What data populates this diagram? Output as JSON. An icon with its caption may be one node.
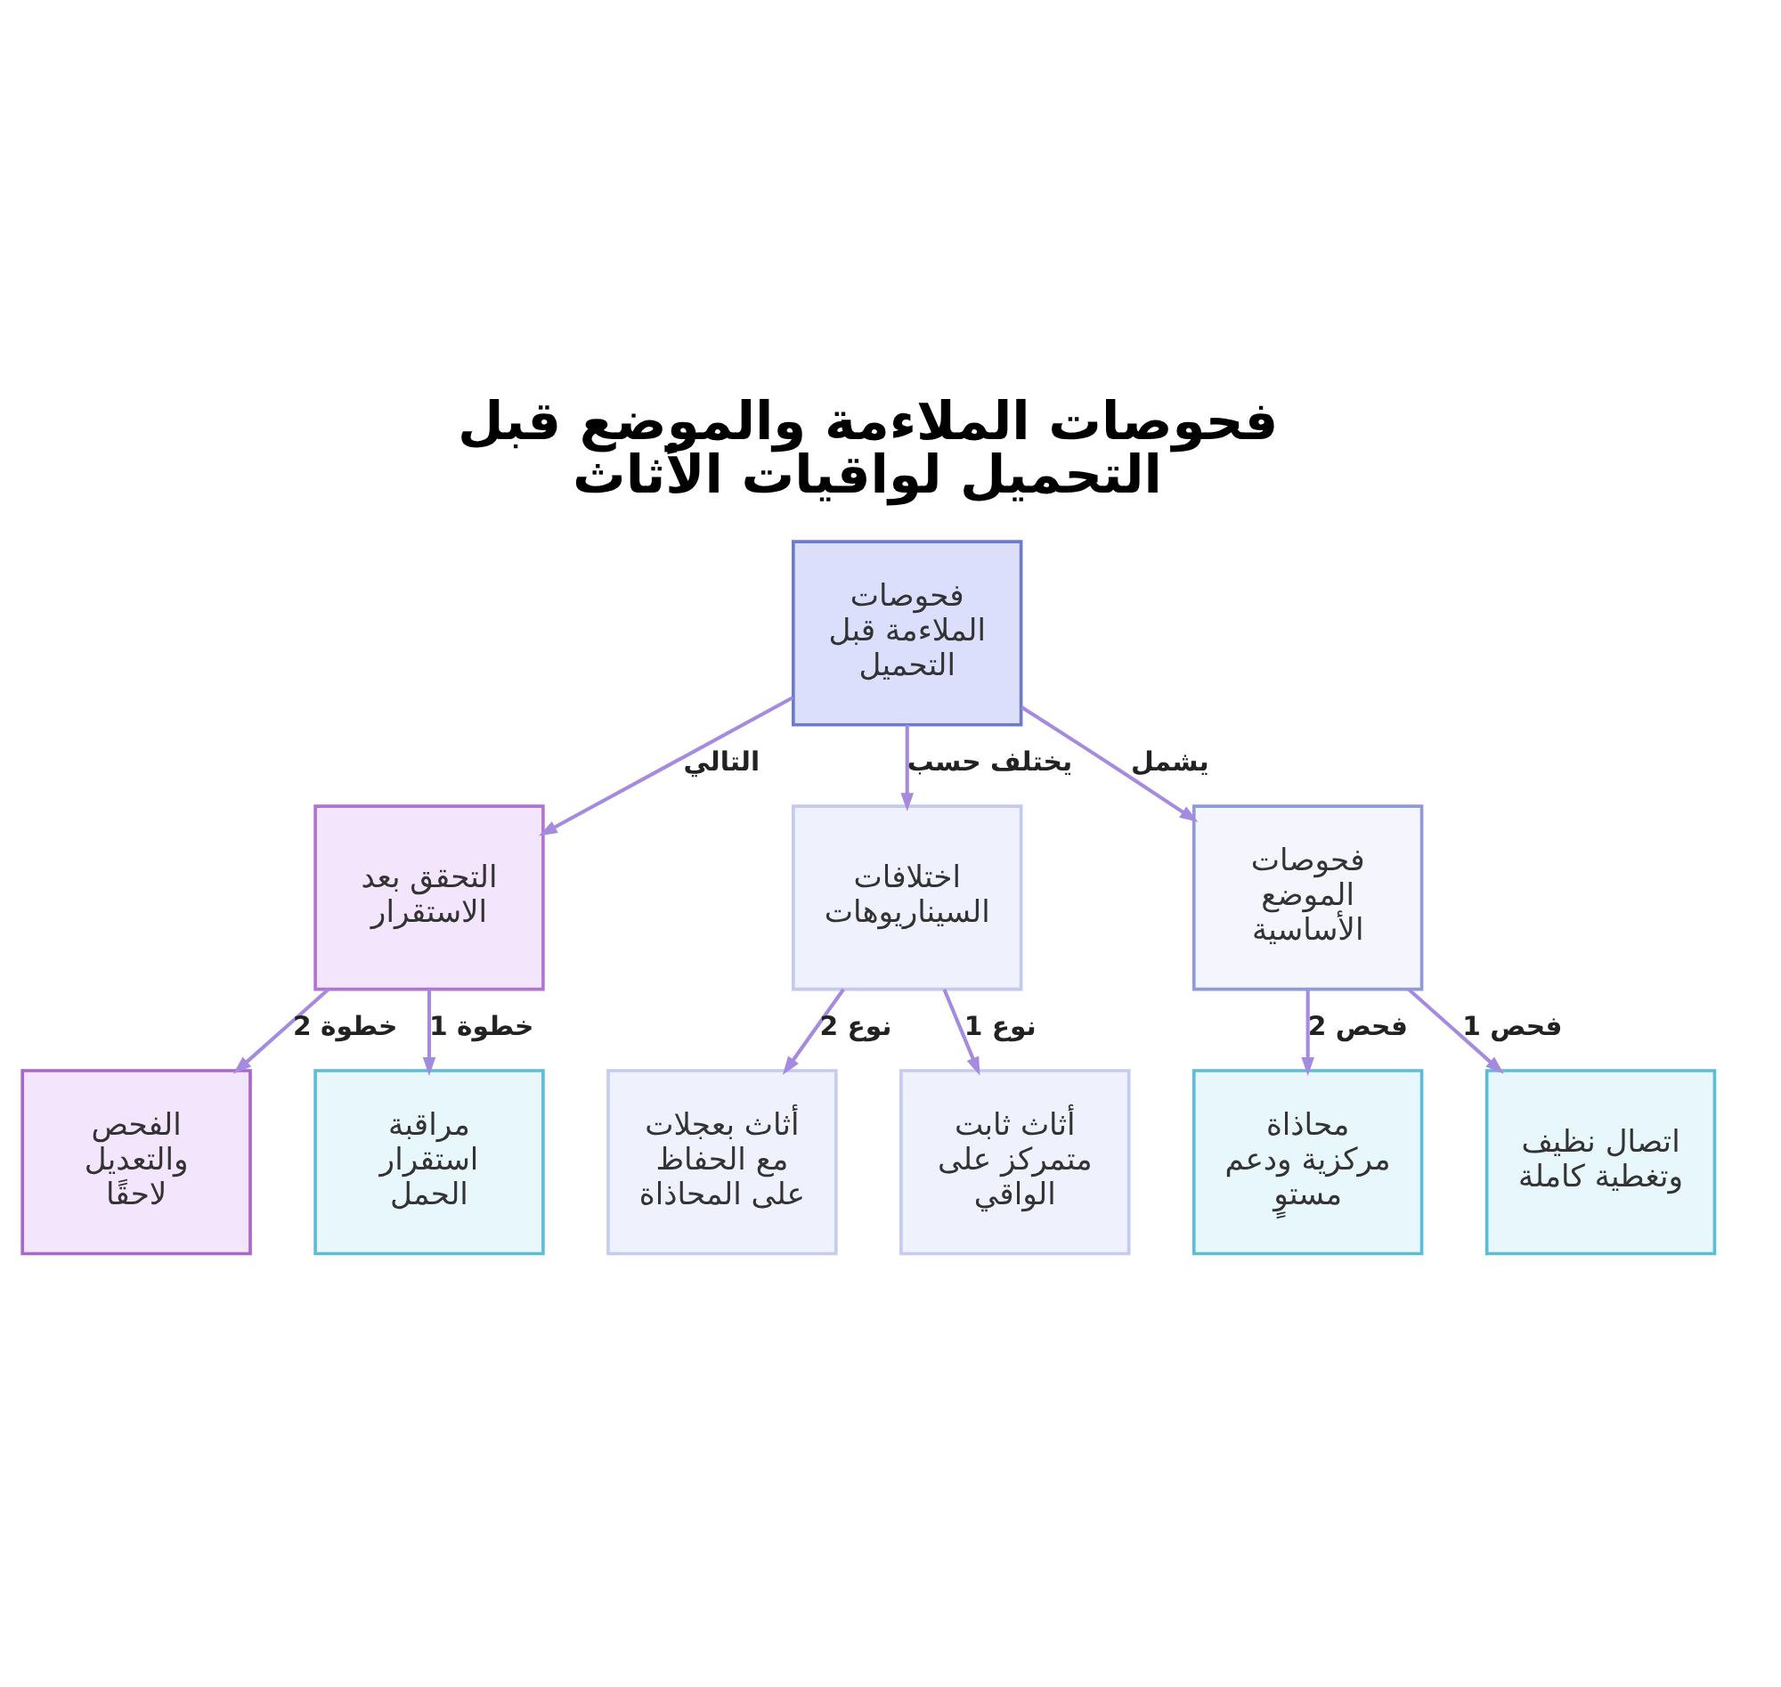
{
  "diagram": {
    "title": "فحوصات الملاءمة والموضع قبل التحميل لواقيات الأثاث",
    "nodes": [
      {
        "text": [
          "فحوصات الملاءمة قبل التحميل"
        ]
      },
      {
        "text": [
          "فحوصات الموضع الأساسية"
        ]
      },
      {
        "text": [
          "اختلافات السيناريوهات"
        ]
      },
      {
        "text": [
          "التحقق بعد الاستقرار"
        ]
      },
      {
        "text": [
          "اتصال نظيف وتغطية كاملة"
        ]
      },
      {
        "text": [
          "محاذاة مركزية ودعم مستوٍ"
        ]
      },
      {
        "text": [
          "أثاث ثابت متمركز على الواقي"
        ]
      },
      {
        "text": [
          "أثاث بعجلات مع الحفاظ على المحاذاة"
        ]
      },
      {
        "text": [
          "مراقبة استقرار الحمل"
        ]
      },
      {
        "text": [
          "الفحص والتعديل لاحقًا"
        ]
      }
    ],
    "edges": [
      {
        "from": 0,
        "to": 3,
        "label": "التالي",
        "arrow": "to"
      },
      {
        "from": 0,
        "to": 2,
        "label": "يختلف حسب",
        "arrow": "to"
      },
      {
        "from": 0,
        "to": 1,
        "label": "يشمل",
        "arrow": "to"
      },
      {
        "from": 3,
        "to": 9,
        "label": "خطوة 2",
        "arrow": "to"
      },
      {
        "from": 3,
        "to": 8,
        "label": "خطوة 1",
        "arrow": "to"
      },
      {
        "from": 2,
        "to": 7,
        "label": "نوع 2",
        "arrow": "to"
      },
      {
        "from": 2,
        "to": 6,
        "label": "نوع 1",
        "arrow": "to"
      },
      {
        "from": 1,
        "to": 5,
        "label": "فحص 2",
        "arrow": "to"
      },
      {
        "from": 1,
        "to": 4,
        "label": "فحص 1",
        "arrow": "to"
      }
    ]
  }
}
